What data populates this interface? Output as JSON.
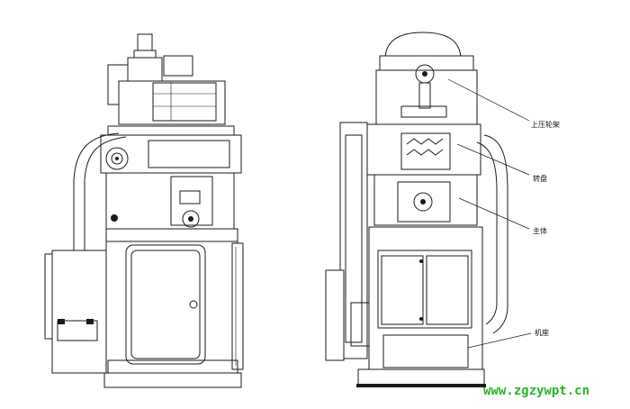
{
  "labels": {
    "upper_wheel_frame": "上压轮架",
    "turntable": "转盘",
    "main_body": "主体",
    "base": "机座"
  },
  "watermark": "www.zgzywpt.cn",
  "colors": {
    "line": "#1a1a1a",
    "watermark": "#2bb32b",
    "background": "#ffffff"
  }
}
